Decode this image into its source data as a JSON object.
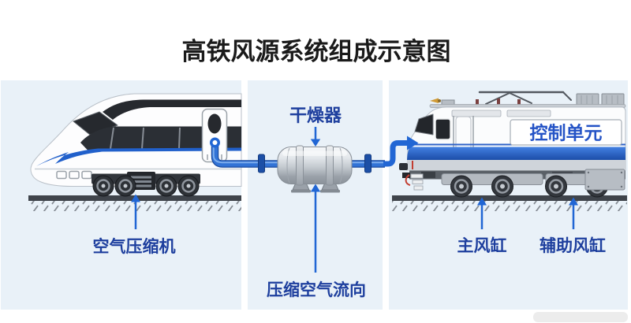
{
  "title": "高铁风源系统组成示意图",
  "labels": {
    "dryer": "干燥器",
    "flow_direction": "压缩空气流向",
    "air_compressor": "空气压缩机",
    "main_air_reservoir": "主风缸",
    "aux_air_reservoir": "辅助风缸",
    "control_unit": "控制单元"
  },
  "colors": {
    "panel_background": "#e9f1f8",
    "title_text": "#1a1a1a",
    "label_text": "#1e3f9e",
    "control_unit_text": "#2453c6",
    "arrow_blue": "#2166d4",
    "pipe_blue": "#3273d6",
    "train_stripe_blue": "#2160cb",
    "dark_band": "#2b2f35",
    "ground_gray": "#3f444b",
    "tank_silver": "#c3c9cf"
  }
}
